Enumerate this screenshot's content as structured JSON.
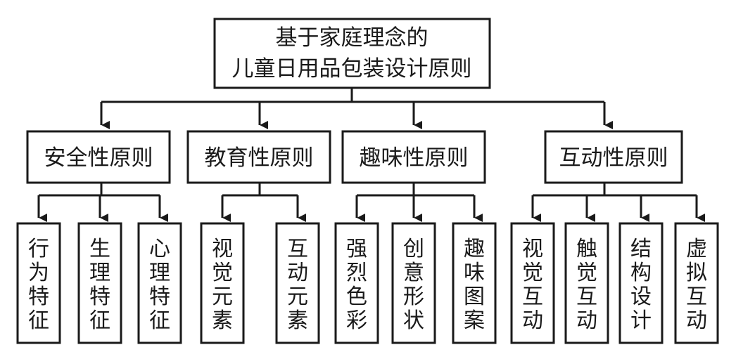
{
  "root": {
    "line1": "基于家庭理念的",
    "line2": "儿童日用品包装设计原则"
  },
  "categories": [
    {
      "label": "安全性原则",
      "leaves": [
        "行为特征",
        "生理特征",
        "心理特征"
      ]
    },
    {
      "label": "教育性原则",
      "leaves": [
        "视觉元素",
        "互动元素"
      ]
    },
    {
      "label": "趣味性原则",
      "leaves": [
        "强烈色彩",
        "创意形状",
        "趣味图案"
      ]
    },
    {
      "label": "互动性原则",
      "leaves": [
        "视觉互动",
        "触觉互动",
        "结构设计",
        "虚拟互动"
      ]
    }
  ],
  "colors": {
    "stroke": "#1a1a1a",
    "background": "#ffffff"
  }
}
